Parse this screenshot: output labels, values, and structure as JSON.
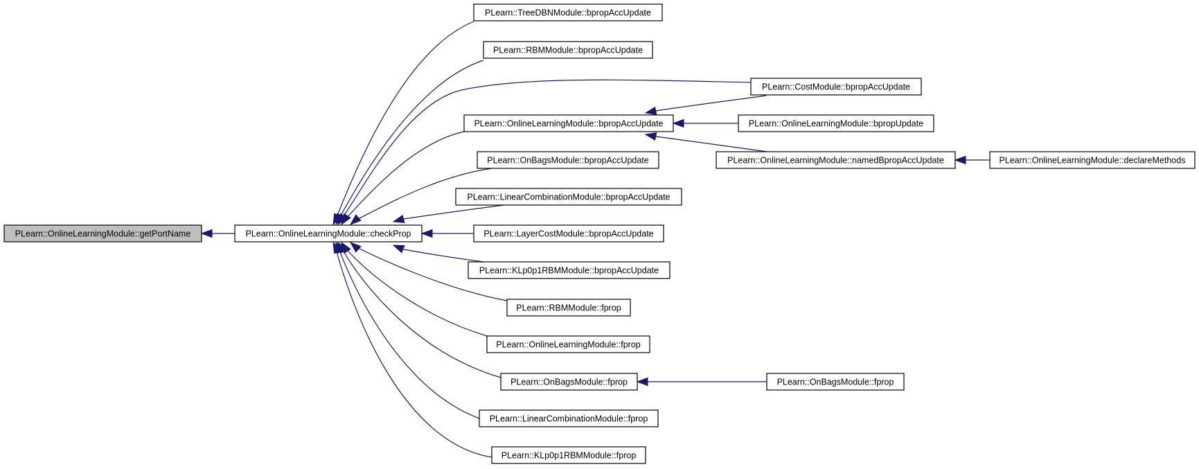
{
  "colors": {
    "edge": "#191970",
    "root_fill": "#bfbfbf",
    "node_fill": "#ffffff",
    "node_border": "#000000"
  },
  "nodes": [
    {
      "id": "getPortName",
      "label": "PLearn::OnlineLearningModule::getPortName",
      "root": true
    },
    {
      "id": "checkProp",
      "label": "PLearn::OnlineLearningModule::checkProp"
    },
    {
      "id": "treedbn_bpau",
      "label": "PLearn::TreeDBNModule::bpropAccUpdate"
    },
    {
      "id": "rbm_bpau",
      "label": "PLearn::RBMModule::bpropAccUpdate"
    },
    {
      "id": "olm_bpau",
      "label": "PLearn::OnlineLearningModule::bpropAccUpdate"
    },
    {
      "id": "onbags_bpau",
      "label": "PLearn::OnBagsModule::bpropAccUpdate"
    },
    {
      "id": "lincomb_bpau",
      "label": "PLearn::LinearCombinationModule::bpropAccUpdate"
    },
    {
      "id": "layercost_bpau",
      "label": "PLearn::LayerCostModule::bpropAccUpdate"
    },
    {
      "id": "klp_bpau",
      "label": "PLearn::KLp0p1RBMModule::bpropAccUpdate"
    },
    {
      "id": "rbm_fprop",
      "label": "PLearn::RBMModule::fprop"
    },
    {
      "id": "olm_fprop",
      "label": "PLearn::OnlineLearningModule::fprop"
    },
    {
      "id": "onbags_fprop",
      "label": "PLearn::OnBagsModule::fprop"
    },
    {
      "id": "lincomb_fprop",
      "label": "PLearn::LinearCombinationModule::fprop"
    },
    {
      "id": "klp_fprop",
      "label": "PLearn::KLp0p1RBMModule::fprop"
    },
    {
      "id": "cost_bpau",
      "label": "PLearn::CostModule::bpropAccUpdate"
    },
    {
      "id": "olm_bpropUpdate",
      "label": "PLearn::OnlineLearningModule::bpropUpdate"
    },
    {
      "id": "olm_namedBpau",
      "label": "PLearn::OnlineLearningModule::namedBpropAccUpdate"
    },
    {
      "id": "olm_declareMethods",
      "label": "PLearn::OnlineLearningModule::declareMethods"
    },
    {
      "id": "onbags_fprop2",
      "label": "PLearn::OnBagsModule::fprop"
    }
  ],
  "edges": [
    {
      "from": "checkProp",
      "to": "getPortName"
    },
    {
      "from": "treedbn_bpau",
      "to": "checkProp"
    },
    {
      "from": "rbm_bpau",
      "to": "checkProp"
    },
    {
      "from": "cost_bpau",
      "to": "checkProp"
    },
    {
      "from": "olm_bpau",
      "to": "checkProp"
    },
    {
      "from": "onbags_bpau",
      "to": "checkProp"
    },
    {
      "from": "lincomb_bpau",
      "to": "checkProp"
    },
    {
      "from": "layercost_bpau",
      "to": "checkProp"
    },
    {
      "from": "klp_bpau",
      "to": "checkProp"
    },
    {
      "from": "rbm_fprop",
      "to": "checkProp"
    },
    {
      "from": "olm_fprop",
      "to": "checkProp"
    },
    {
      "from": "onbags_fprop",
      "to": "checkProp"
    },
    {
      "from": "lincomb_fprop",
      "to": "checkProp"
    },
    {
      "from": "klp_fprop",
      "to": "checkProp"
    },
    {
      "from": "cost_bpau",
      "to": "olm_bpau"
    },
    {
      "from": "olm_bpropUpdate",
      "to": "olm_bpau"
    },
    {
      "from": "olm_namedBpau",
      "to": "olm_bpau"
    },
    {
      "from": "olm_declareMethods",
      "to": "olm_namedBpau"
    },
    {
      "from": "onbags_fprop2",
      "to": "onbags_fprop"
    }
  ]
}
